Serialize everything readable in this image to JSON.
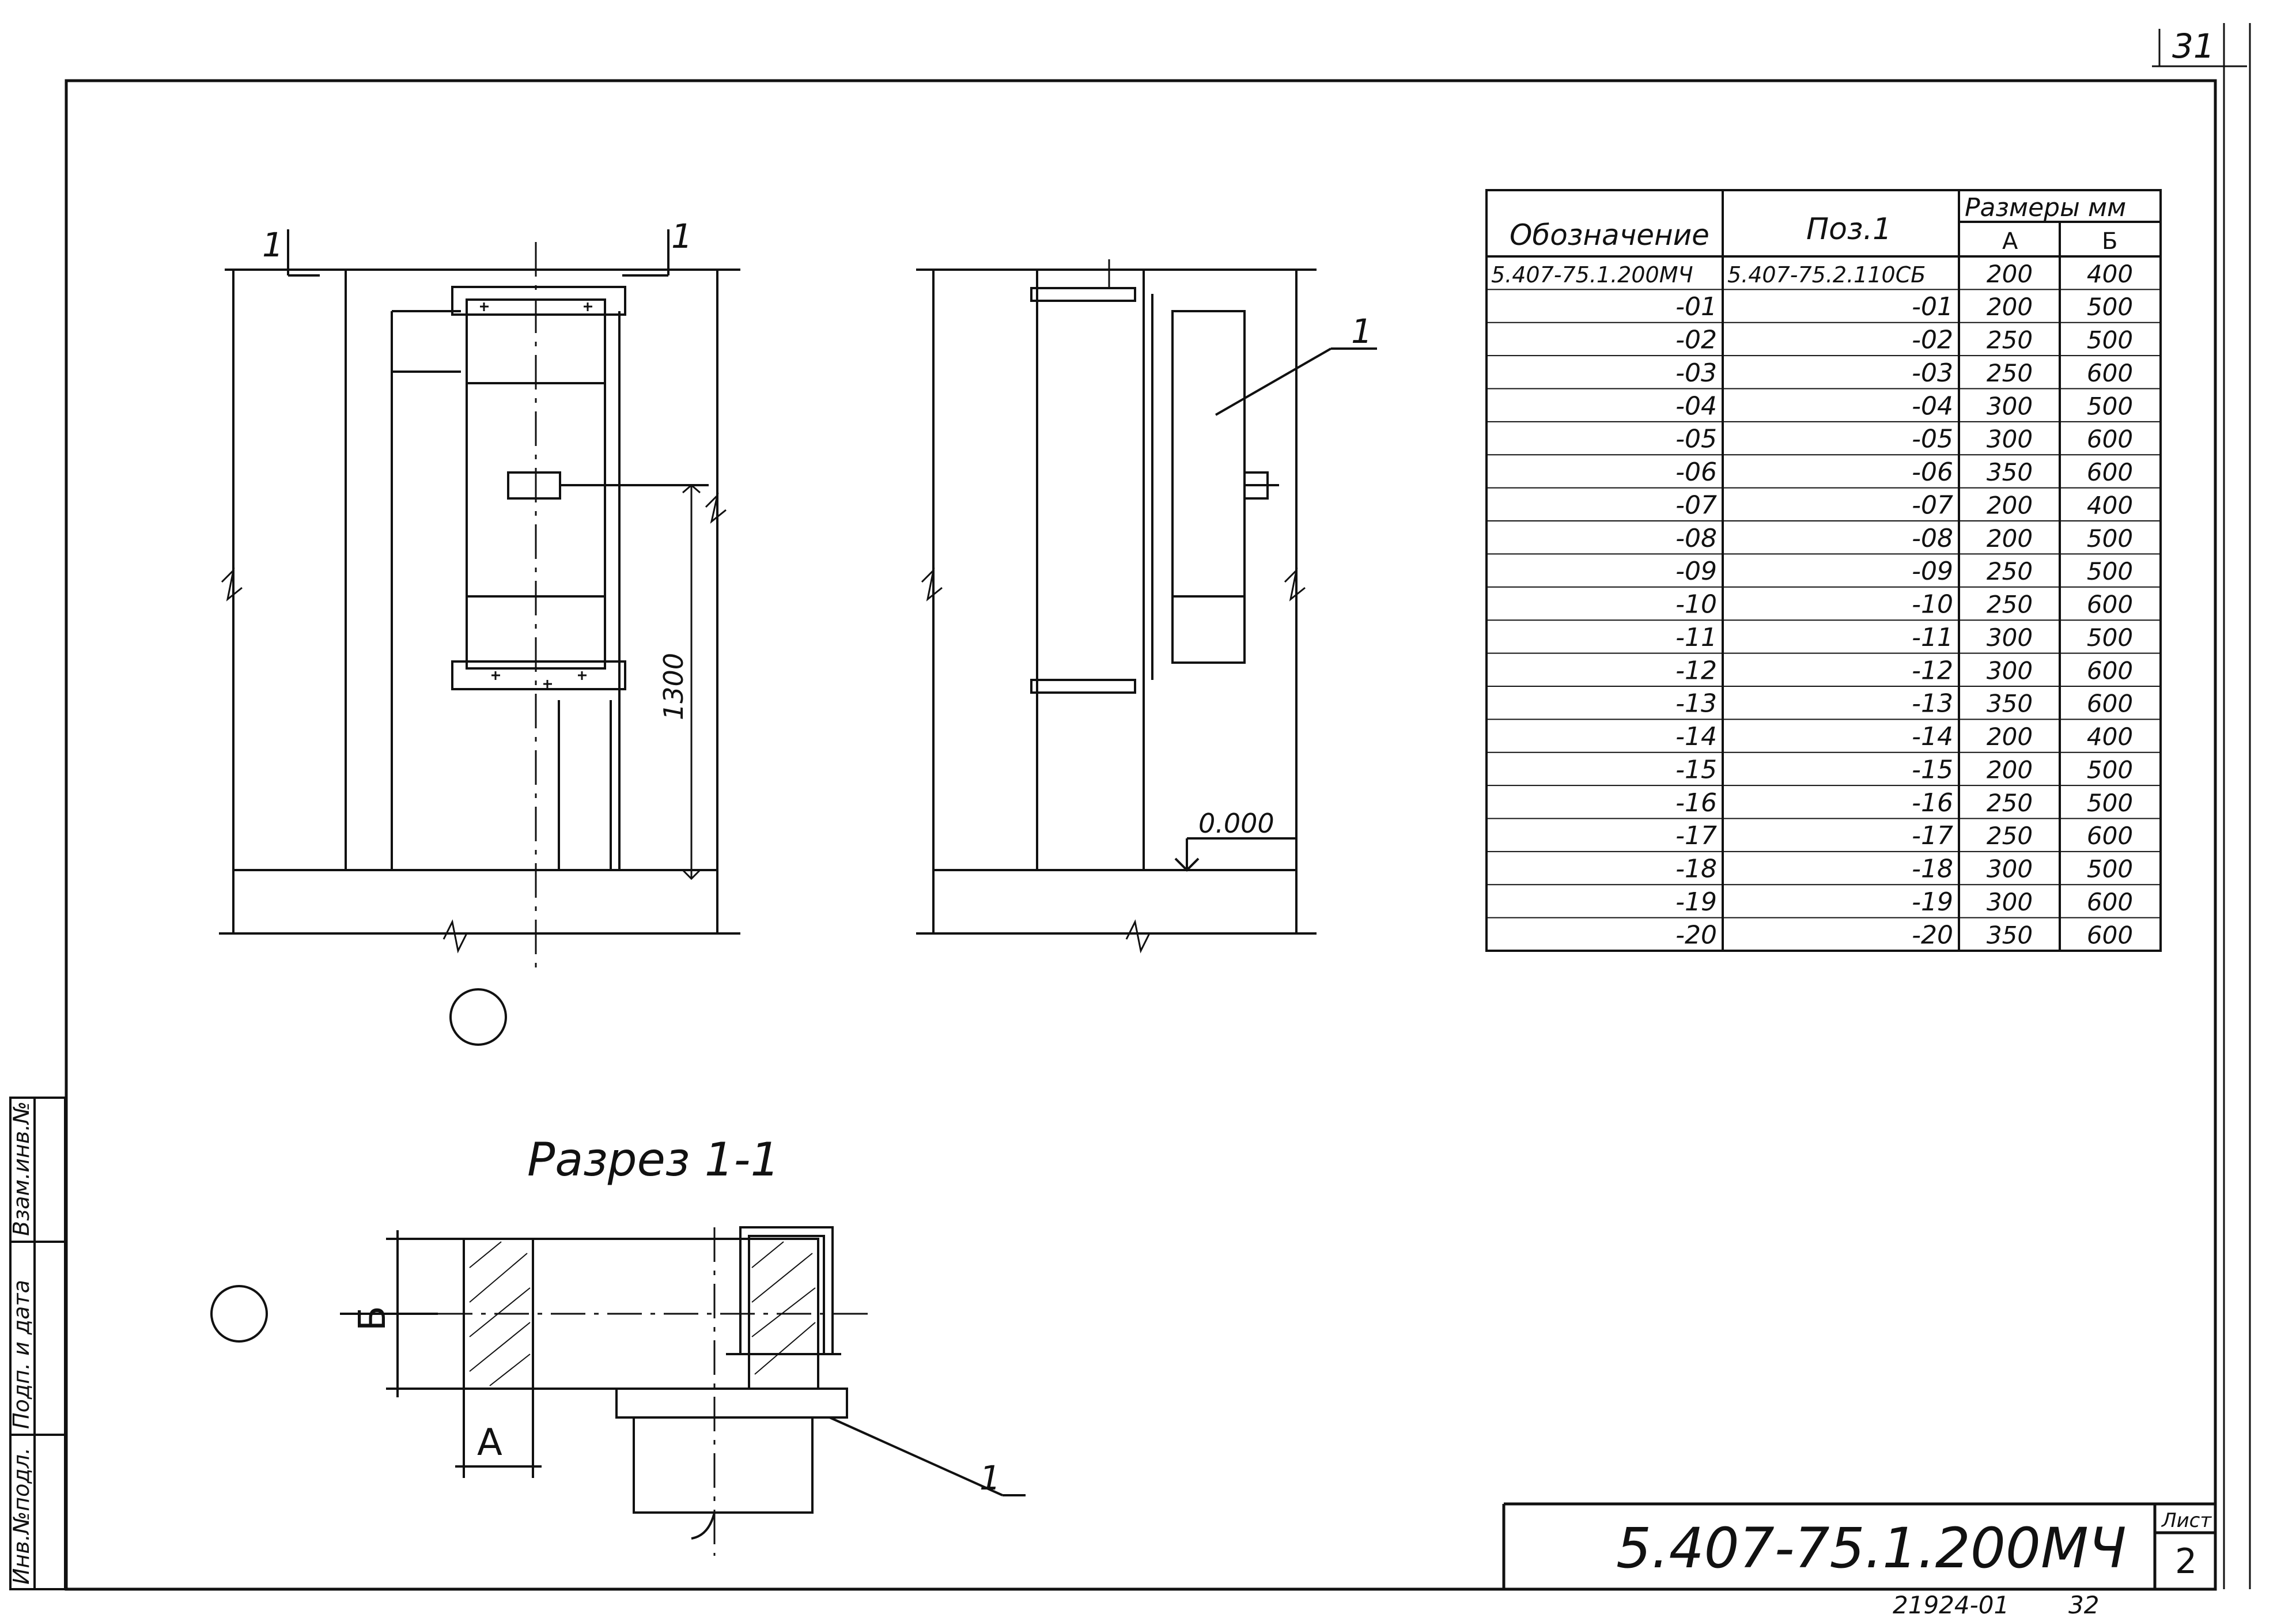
{
  "sheet_top_number": "31",
  "section_marks": {
    "left": "1",
    "right": "1"
  },
  "dimension_height": "1300",
  "level_mark": "0.000",
  "callout_front": "1",
  "callout_section": "1",
  "section_title": "Разрез 1-1",
  "dim_A": "A",
  "dim_B": "Б",
  "table": {
    "headers": {
      "designation": "Обозначение",
      "pos": "Поз.1",
      "sizes": "Размеры мм",
      "a": "А",
      "b": "Б"
    },
    "rows": [
      [
        "5.407-75.1.200МЧ",
        "5.407-75.2.110СБ",
        "200",
        "400"
      ],
      [
        "-01",
        "-01",
        "200",
        "500"
      ],
      [
        "-02",
        "-02",
        "250",
        "500"
      ],
      [
        "-03",
        "-03",
        "250",
        "600"
      ],
      [
        "-04",
        "-04",
        "300",
        "500"
      ],
      [
        "-05",
        "-05",
        "300",
        "600"
      ],
      [
        "-06",
        "-06",
        "350",
        "600"
      ],
      [
        "-07",
        "-07",
        "200",
        "400"
      ],
      [
        "-08",
        "-08",
        "200",
        "500"
      ],
      [
        "-09",
        "-09",
        "250",
        "500"
      ],
      [
        "-10",
        "-10",
        "250",
        "600"
      ],
      [
        "-11",
        "-11",
        "300",
        "500"
      ],
      [
        "-12",
        "-12",
        "300",
        "600"
      ],
      [
        "-13",
        "-13",
        "350",
        "600"
      ],
      [
        "-14",
        "-14",
        "200",
        "400"
      ],
      [
        "-15",
        "-15",
        "200",
        "500"
      ],
      [
        "-16",
        "-16",
        "250",
        "500"
      ],
      [
        "-17",
        "-17",
        "250",
        "600"
      ],
      [
        "-18",
        "-18",
        "300",
        "500"
      ],
      [
        "-19",
        "-19",
        "300",
        "600"
      ],
      [
        "-20",
        "-20",
        "350",
        "600"
      ]
    ]
  },
  "title_block": {
    "doc_code": "5.407-75.1.200МЧ",
    "sheet_label": "Лист",
    "sheet_no": "2"
  },
  "side_stamp": [
    "Инв.№подл.",
    "Подп. и дата",
    "Взам.инв.№"
  ],
  "bottom_stamp": {
    "archive": "21924-01",
    "page": "32"
  }
}
